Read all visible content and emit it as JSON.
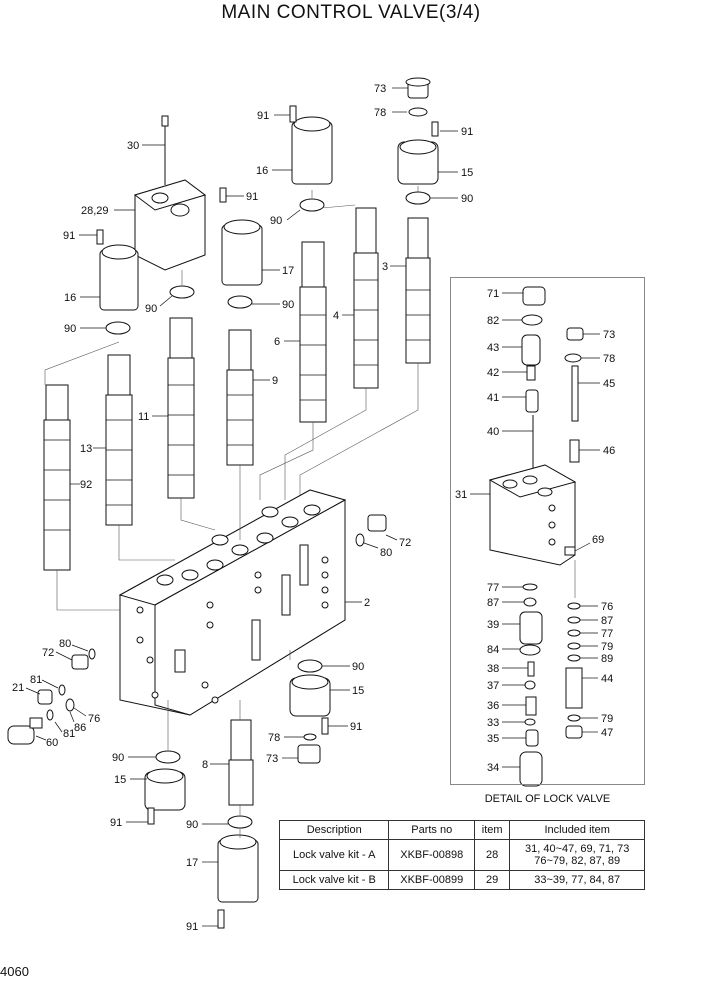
{
  "title": "MAIN CONTROL VALVE(3/4)",
  "page_number": "4060",
  "detail_caption": "DETAIL OF LOCK VALVE",
  "table": {
    "headers": [
      "Description",
      "Parts no",
      "item",
      "Included item"
    ],
    "rows": [
      {
        "description": "Lock valve kit - A",
        "parts_no": "XKBF-00898",
        "item": "28",
        "included_1": "31, 40~47, 69, 71, 73",
        "included_2": "76~79, 82, 87, 89"
      },
      {
        "description": "Lock valve kit - B",
        "parts_no": "XKBF-00899",
        "item": "29",
        "included_1": "33~39, 77, 84, 87",
        "included_2": ""
      }
    ]
  },
  "callouts": {
    "c73a": "73",
    "c78a": "78",
    "c91a": "91",
    "c15a": "15",
    "c90a": "90",
    "c91b": "91",
    "c16a": "16",
    "c90b": "90",
    "c30": "30",
    "c2829": "28,29",
    "c91c": "91",
    "c90c": "90",
    "c17a": "17",
    "c91d": "91",
    "c16b": "16",
    "c90d": "90",
    "c90e": "90",
    "c3": "3",
    "c4": "4",
    "c6": "6",
    "c9": "9",
    "c11": "11",
    "c13": "13",
    "c92": "92",
    "c80a": "80",
    "c72a": "72",
    "c2": "2",
    "c80b": "80",
    "c72b": "72",
    "c81a": "81",
    "c21": "21",
    "c76a": "76",
    "c86": "86",
    "c81b": "81",
    "c60": "60",
    "c90f": "90",
    "c15b": "15",
    "c91e": "91",
    "c78b": "78",
    "c73b": "73",
    "c8": "8",
    "c90g": "90",
    "c15c": "15",
    "c91f": "91",
    "c17b": "17",
    "c91g": "91",
    "c71": "71",
    "c82": "82",
    "c43": "43",
    "c42": "42",
    "c41": "41",
    "c40": "40",
    "c31": "31",
    "c73c": "73",
    "c78c": "78",
    "c45": "45",
    "c46": "46",
    "c69": "69",
    "c77a": "77",
    "c87a": "87",
    "c39": "39",
    "c84": "84",
    "c38": "38",
    "c37": "37",
    "c36": "36",
    "c33": "33",
    "c35": "35",
    "c34": "34",
    "c76b": "76",
    "c87b": "87",
    "c77b": "77",
    "c79a": "79",
    "c89": "89",
    "c44": "44",
    "c79b": "79",
    "c47": "47"
  }
}
